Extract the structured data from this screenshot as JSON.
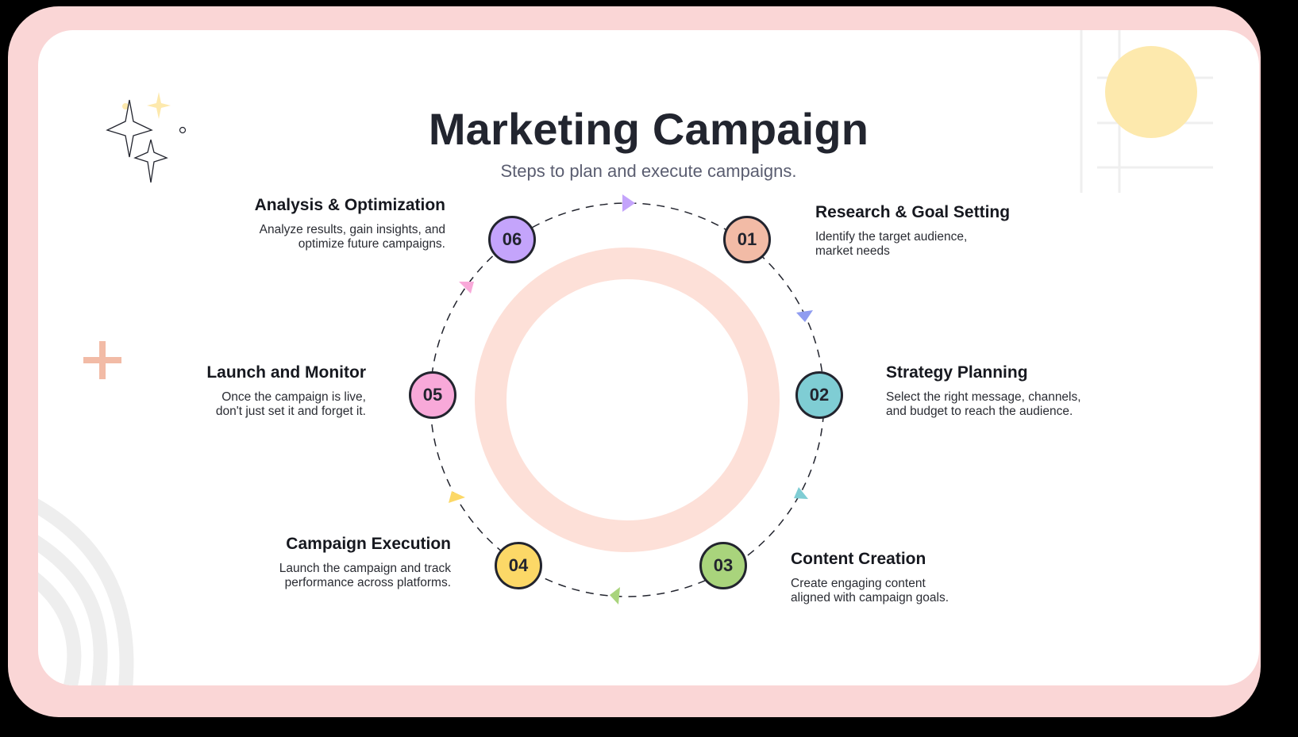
{
  "header": {
    "title": "Marketing Campaign",
    "subtitle": "Steps to plan and execute campaigns."
  },
  "steps": [
    {
      "number": "01",
      "title": "Research & Goal Setting",
      "description": "Identify the target audience, market needs",
      "color": "#f2bba6",
      "arrow_color": "#8f9cf0"
    },
    {
      "number": "02",
      "title": "Strategy Planning",
      "description": "Select the right message, channels, and budget to reach the audience.",
      "color": "#7fcdd4",
      "arrow_color": "#7fcdd4"
    },
    {
      "number": "03",
      "title": "Content Creation",
      "description": "Create engaging content aligned with campaign goals.",
      "color": "#a9d47c",
      "arrow_color": "#a9d47c"
    },
    {
      "number": "04",
      "title": "Campaign Execution",
      "description": "Launch the campaign and track performance across platforms.",
      "color": "#fcd867",
      "arrow_color": "#fcd867"
    },
    {
      "number": "05",
      "title": "Launch and Monitor",
      "description": "Once the campaign is live, don't just set it and forget it.",
      "color": "#f8a9d9",
      "arrow_color": "#f8a9d9"
    },
    {
      "number": "06",
      "title": "Analysis & Optimization",
      "description": "Analyze results, gain insights, and optimize future campaigns.",
      "color": "#c4a4fb",
      "arrow_color": "#c4a4fb"
    }
  ],
  "colors": {
    "frame": "#fad6d6",
    "center_ring": "#fde0d8",
    "title": "#22252f",
    "subtitle": "#5a5d70",
    "yellow_circle": "#fde9ad",
    "plus": "#f2bba6"
  }
}
